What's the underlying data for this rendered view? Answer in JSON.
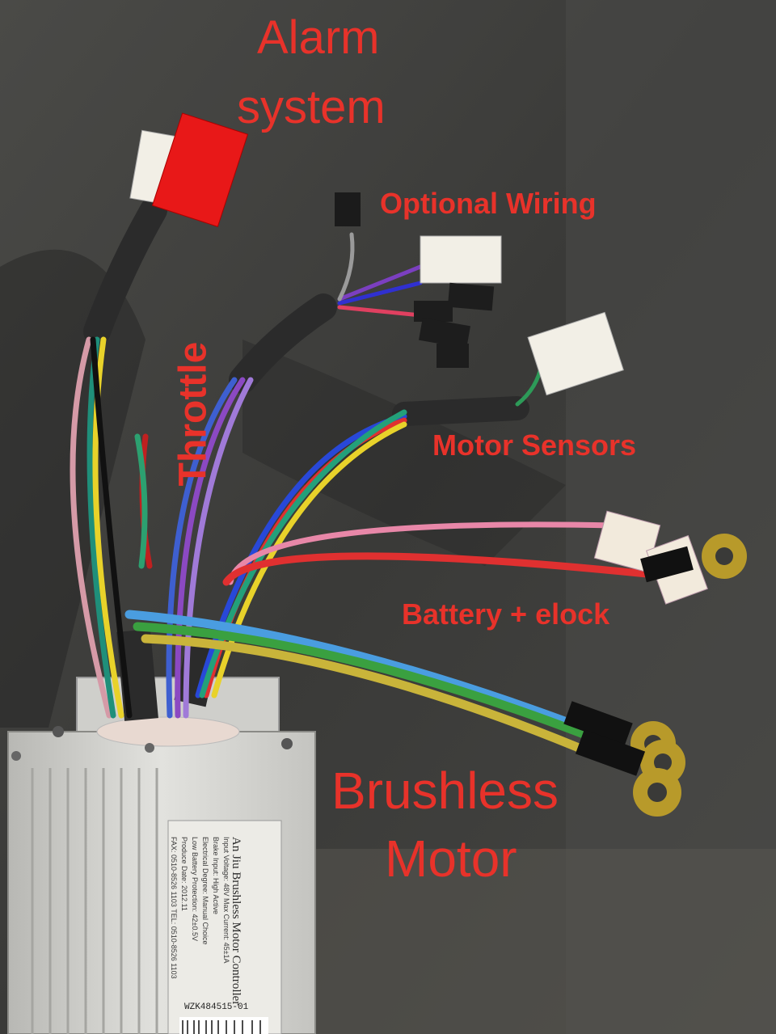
{
  "labels": {
    "alarm_line1": "Alarm",
    "alarm_line2": "system",
    "optional": "Optional Wiring",
    "throttle": "Throttle",
    "motor_sensors": "Motor Sensors",
    "battery": "Battery + elock",
    "brushless_line1": "Brushless",
    "brushless_line2": "Motor"
  },
  "sticker": {
    "title": "An Jiu Brushless Motor Controller",
    "line1": "Input Voltage: 48V    Max Current: 45±1A",
    "line2": "Brake Input: High Active",
    "line3": "Electrical Degree: Manual Choice",
    "line4": "Low Battery Protection: 42±0.5V",
    "line5": "Produce Date: 2012.11",
    "line6": "FAX: 0510-8526 1103    TEL: 0510-8526 1103",
    "model": "WZK484515-01"
  },
  "colors": {
    "label_red": "#e8322a",
    "ground": "#3d3d3b",
    "controller_silver": "#c9c9c6"
  }
}
